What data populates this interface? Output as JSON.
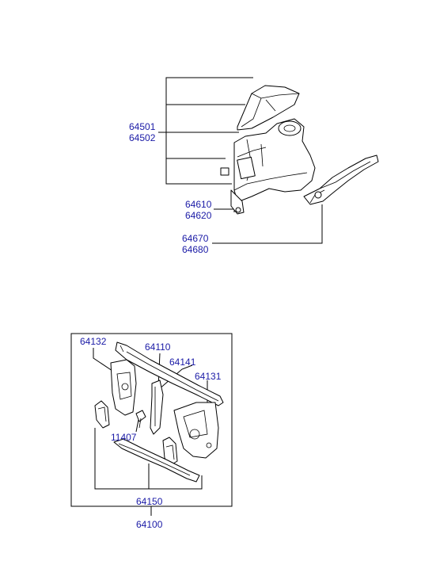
{
  "colors": {
    "label": "#1a1aa6",
    "line": "#000000",
    "background": "#ffffff"
  },
  "upper_assembly": {
    "labels": {
      "p64501": "64501",
      "p64502": "64502",
      "p64610": "64610",
      "p64620": "64620",
      "p64670": "64670",
      "p64680": "64680"
    }
  },
  "lower_assembly": {
    "labels": {
      "p64132": "64132",
      "p64110": "64110",
      "p64141": "64141",
      "p64131": "64131",
      "p11407": "11407",
      "p64150": "64150",
      "p64100": "64100"
    }
  }
}
